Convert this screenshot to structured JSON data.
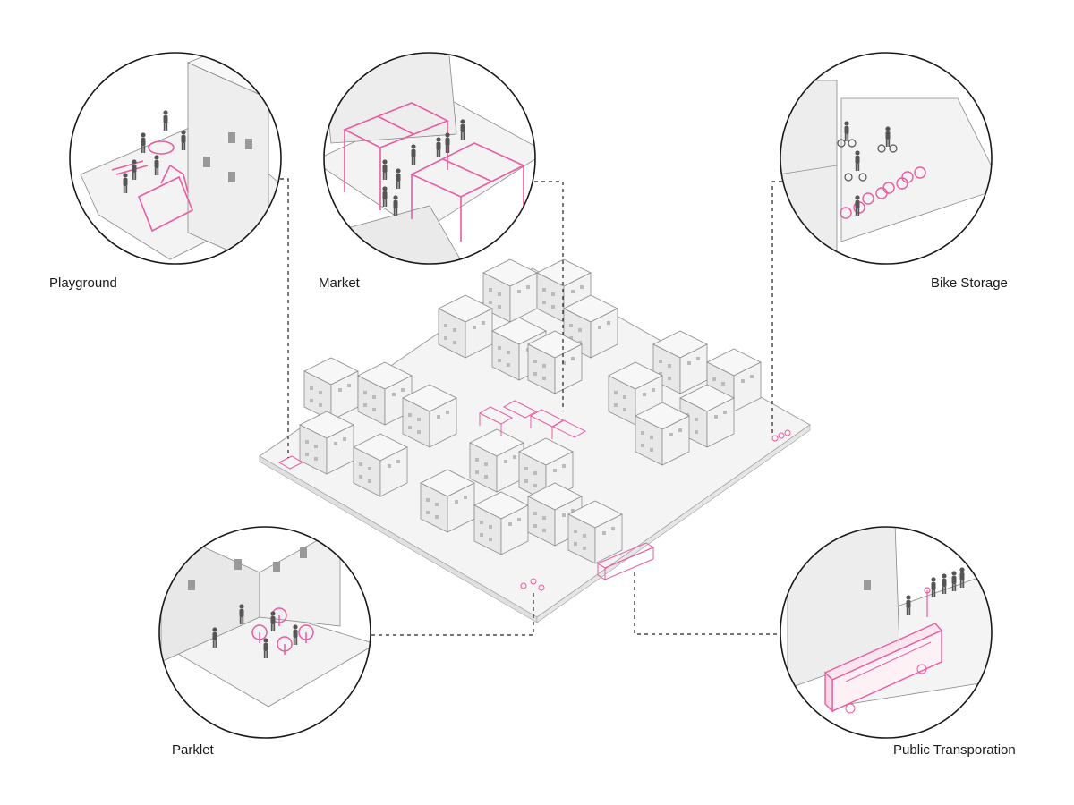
{
  "colors": {
    "accent": "#ec5aa0",
    "line": "#8c8c8c",
    "fill": "#f1f1f1",
    "figure": "#555555",
    "leader": "#222222"
  },
  "callouts": [
    {
      "id": "playground",
      "label": "Playground"
    },
    {
      "id": "market",
      "label": "Market"
    },
    {
      "id": "bike",
      "label": "Bike Storage"
    },
    {
      "id": "parklet",
      "label": "Parklet"
    },
    {
      "id": "transport",
      "label": "Public Transporation"
    }
  ]
}
